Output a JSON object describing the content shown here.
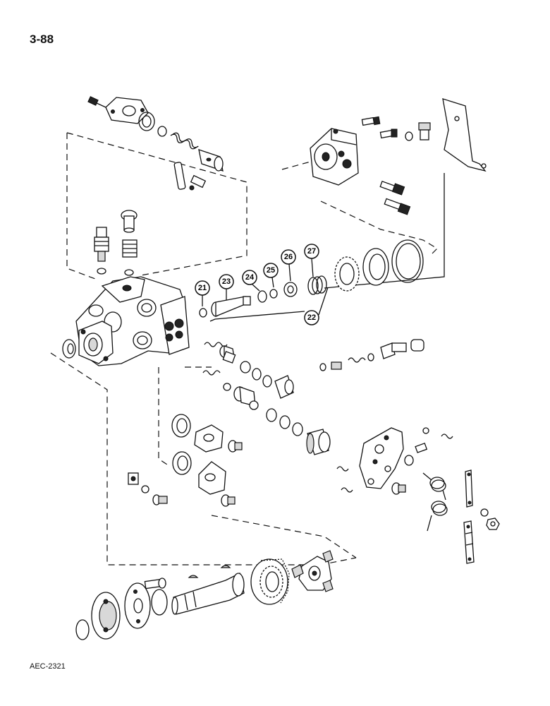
{
  "page": {
    "page_number": "3-88",
    "figure_code": "AEC-2321"
  },
  "callouts": [
    "21",
    "23",
    "24",
    "25",
    "26",
    "27",
    "22"
  ]
}
